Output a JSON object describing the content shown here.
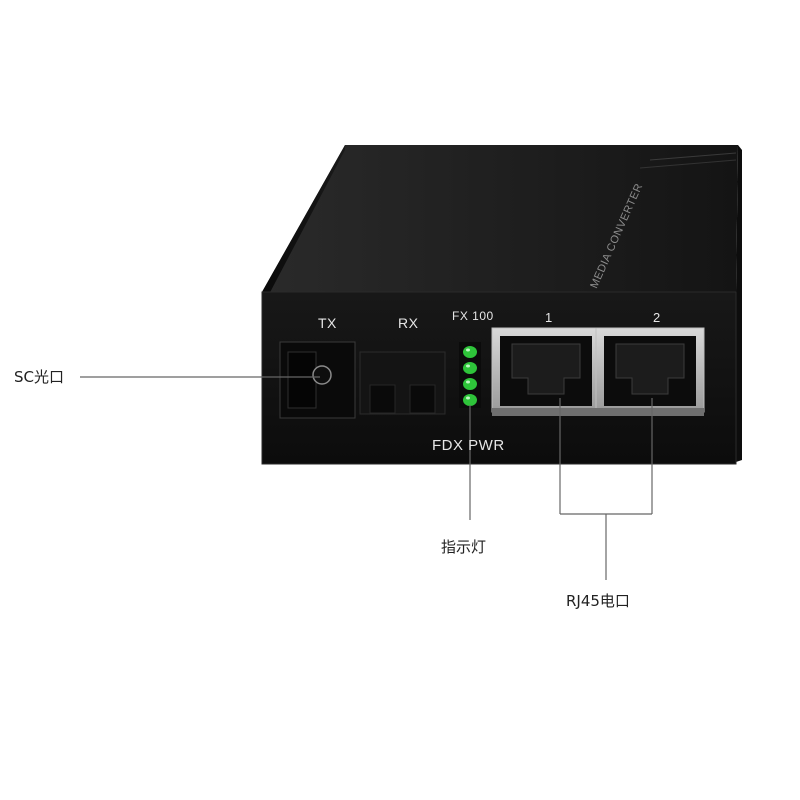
{
  "device": {
    "top_label": "MEDIA CONVERTER",
    "ports": {
      "tx": "TX",
      "rx": "RX",
      "fx": "FX 100",
      "rj1": "1",
      "rj2": "2",
      "status": "FDX PWR"
    }
  },
  "callouts": {
    "sc": "SC光口",
    "indicator": "指示灯",
    "rj45": "RJ45电口"
  },
  "colors": {
    "body": "#121212",
    "led": "#2ec43a",
    "leader_line": "#666666"
  }
}
